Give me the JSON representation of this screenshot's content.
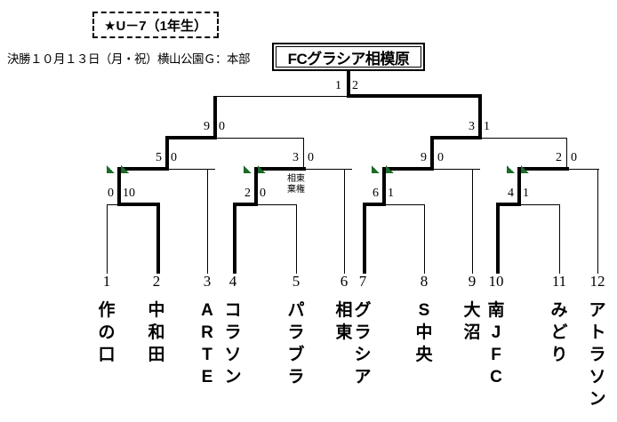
{
  "header": {
    "category_label": "★U－7（1年生）",
    "subtitle": "決勝１０月１３日（月・祝）横山公園Ｇ：本部"
  },
  "champion": {
    "name": "FCグラシア相模原"
  },
  "bracket": {
    "final": {
      "left_score": "1",
      "right_score": "2"
    },
    "semifinals": [
      {
        "id": "sf-left",
        "left_score": "9",
        "right_score": "0"
      },
      {
        "id": "sf-right",
        "left_score": "3",
        "right_score": "1"
      }
    ],
    "quarterfinals": [
      {
        "id": "qf-1",
        "left_score": "5",
        "right_score": "0"
      },
      {
        "id": "qf-2",
        "left_score": "3",
        "right_score": "0"
      },
      {
        "id": "qf-3",
        "left_score": "9",
        "right_score": "0"
      },
      {
        "id": "qf-4",
        "left_score": "2",
        "right_score": "0"
      }
    ],
    "firstround": [
      {
        "id": "r1-1",
        "left_score": "0",
        "right_score": "10"
      },
      {
        "id": "r1-2",
        "left_score": "2",
        "right_score": "0"
      },
      {
        "id": "r1-3",
        "left_score": "6",
        "right_score": "1"
      },
      {
        "id": "r1-4",
        "left_score": "4",
        "right_score": "1"
      }
    ],
    "notes": {
      "forfeit_team": "相東",
      "forfeit_label": "棄権"
    }
  },
  "teams": [
    {
      "number": "1",
      "name": [
        "作",
        "の",
        "口"
      ]
    },
    {
      "number": "2",
      "name": [
        "中",
        "和",
        "田"
      ]
    },
    {
      "number": "3",
      "name": [
        "A",
        "R",
        "T",
        "E"
      ]
    },
    {
      "number": "4",
      "name": [
        "コ",
        "ラ",
        "ソ",
        "ン"
      ]
    },
    {
      "number": "5",
      "name": [
        "パ",
        "ラ",
        "ブ",
        "ラ"
      ]
    },
    {
      "number": "6",
      "name": [
        "相",
        "東"
      ]
    },
    {
      "number": "7",
      "name": [
        "グ",
        "ラ",
        "シ",
        "ア"
      ]
    },
    {
      "number": "8",
      "name": [
        "S",
        "中",
        "央"
      ]
    },
    {
      "number": "9",
      "name": [
        "大",
        "沼"
      ]
    },
    {
      "number": "10",
      "name": [
        "南",
        "J",
        "F",
        "C"
      ]
    },
    {
      "number": "11",
      "name": [
        "み",
        "ど",
        "り"
      ]
    },
    {
      "number": "12",
      "name": [
        "ア",
        "ト",
        "ラ",
        "ソ",
        "ン"
      ]
    }
  ],
  "colors": {
    "line": "#000000",
    "flag": "#1d6b2a",
    "background": "#ffffff"
  }
}
